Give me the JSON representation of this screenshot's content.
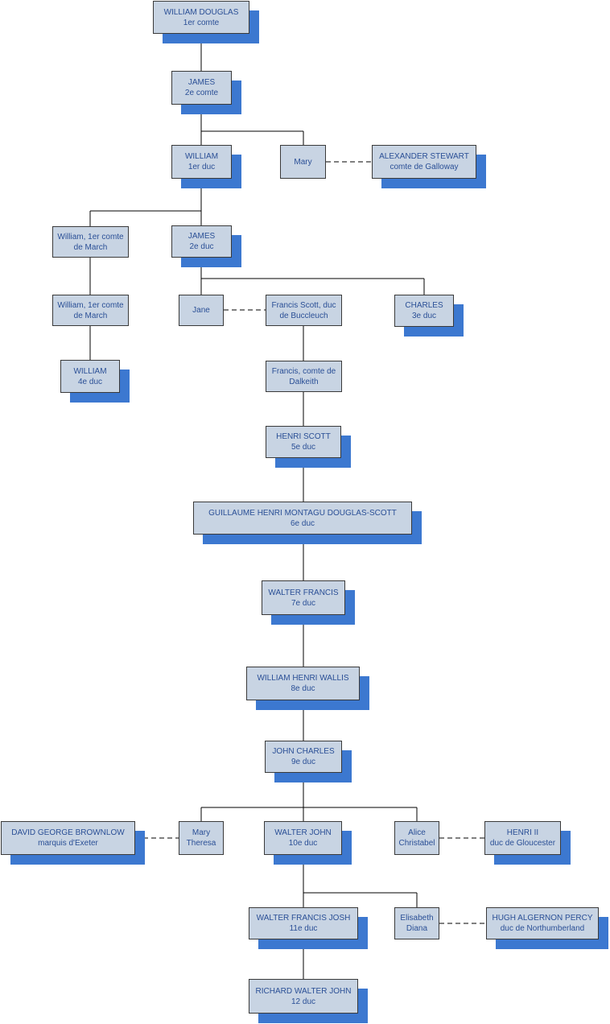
{
  "nodes": {
    "william_douglas": {
      "name": "WILLIAM DOUGLAS",
      "title": "1er comte"
    },
    "james_2c": {
      "name": "JAMES",
      "title": "2e comte"
    },
    "william_1d": {
      "name": "WILLIAM",
      "title": "1er duc"
    },
    "mary_1": {
      "name": "Mary"
    },
    "alexander_stewart": {
      "name": "ALEXANDER STEWART",
      "title": "comte de Galloway"
    },
    "william_march_1": {
      "name": "William, 1er comte de March"
    },
    "james_2d": {
      "name": "JAMES",
      "title": "2e duc"
    },
    "william_march_2": {
      "name": "William, 1er comte de March"
    },
    "jane": {
      "name": "Jane"
    },
    "francis_scott": {
      "name": "Francis Scott, duc de Buccleuch"
    },
    "charles": {
      "name": "CHARLES",
      "title": "3e duc"
    },
    "william_4d": {
      "name": "WILLIAM",
      "title": "4e duc"
    },
    "francis_dalkeith": {
      "name": "Francis, comte de Dalkeith"
    },
    "henri_scott": {
      "name": "HENRI SCOTT",
      "title": "5e duc"
    },
    "guillaume_henri": {
      "name": "GUILLAUME HENRI MONTAGU DOUGLAS-SCOTT",
      "title": "6e duc"
    },
    "walter_francis": {
      "name": "WALTER FRANCIS",
      "title": "7e duc"
    },
    "william_henri_wallis": {
      "name": "WILLIAM HENRI WALLIS",
      "title": "8e duc"
    },
    "john_charles": {
      "name": "JOHN CHARLES",
      "title": "9e duc"
    },
    "david_george": {
      "name": "DAVID GEORGE BROWNLOW",
      "title": "marquis d'Exeter"
    },
    "mary_theresa": {
      "name": "Mary Theresa"
    },
    "walter_john": {
      "name": "WALTER JOHN",
      "title": "10e duc"
    },
    "alice_christabel": {
      "name": "Alice Christabel"
    },
    "henri_ii": {
      "name": "HENRI II",
      "title": "duc de Gloucester"
    },
    "walter_francis_josh": {
      "name": "WALTER FRANCIS JOSH",
      "title": "11e duc"
    },
    "elisabeth_diana": {
      "name": "Elisabeth Diana"
    },
    "hugh_algernon": {
      "name": "HUGH ALGERNON PERCY",
      "title": "duc de Northumberland"
    },
    "richard_walter": {
      "name": "RICHARD WALTER JOHN",
      "title": "12 duc"
    }
  },
  "colors": {
    "box_fill": "#c8d4e3",
    "shadow": "#3c78d0",
    "text": "#2a4f96",
    "line": "#000000"
  }
}
